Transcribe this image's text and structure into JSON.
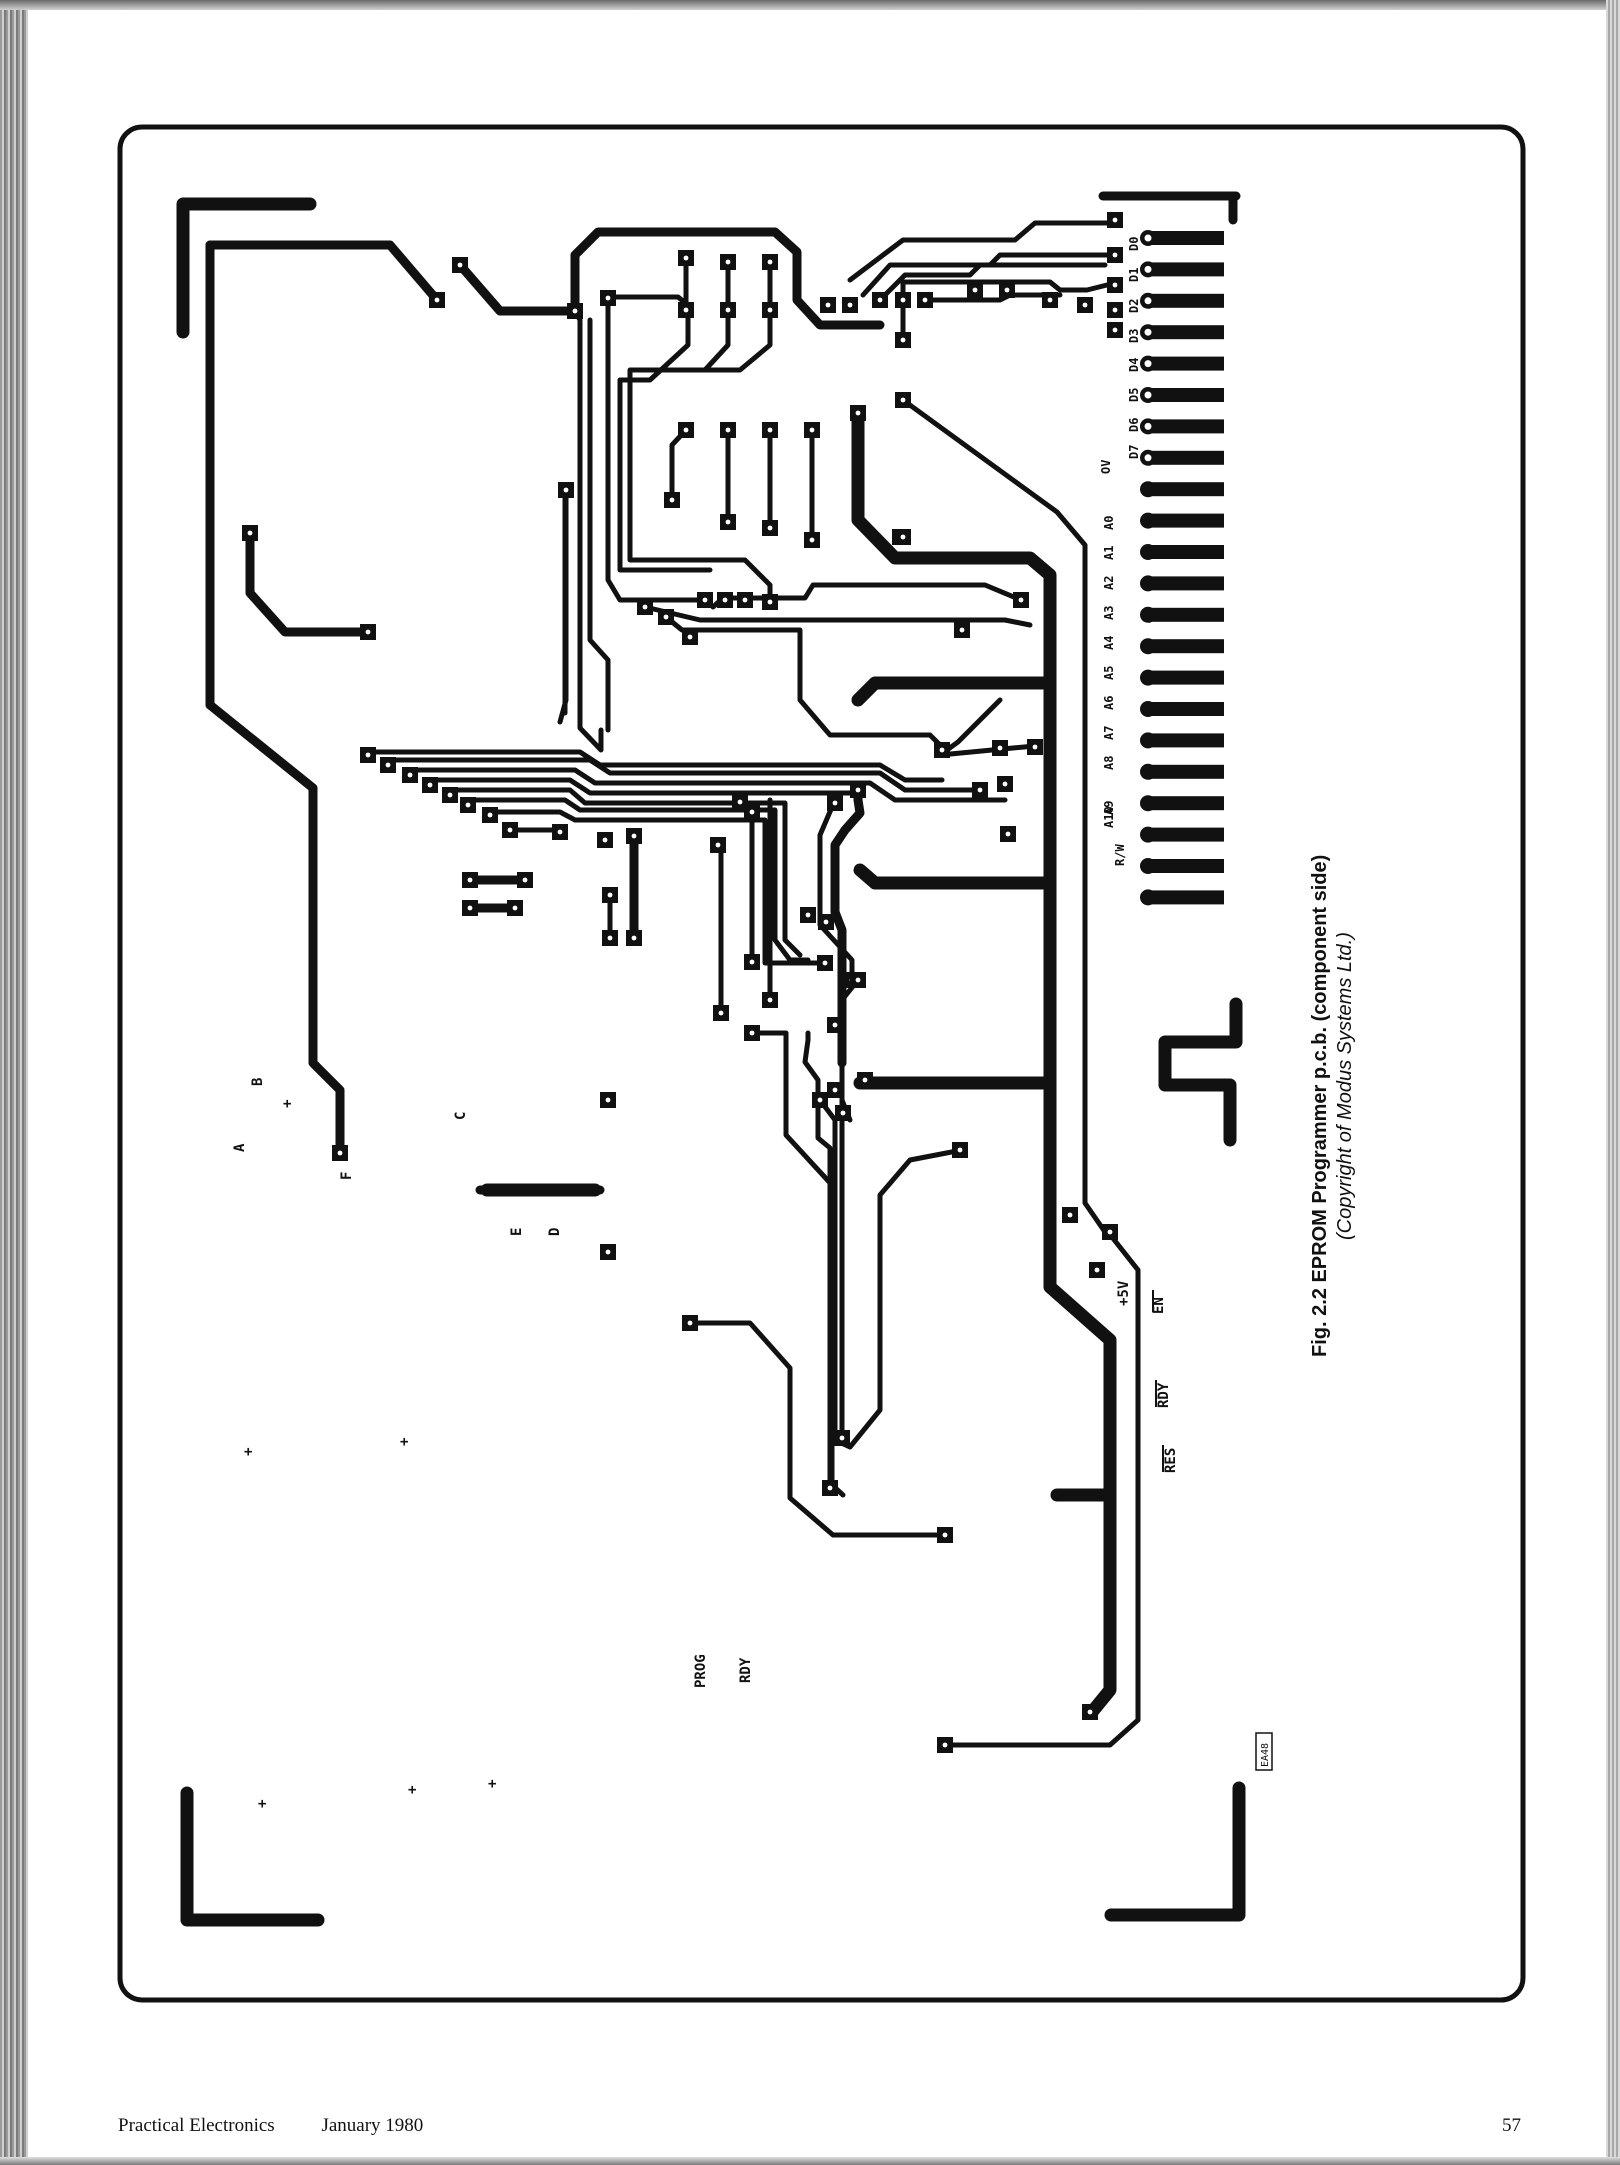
{
  "figure": {
    "caption_title": "Fig. 2.2 EPROM Programmer p.c.b. (component side)",
    "caption_credit": "(Copyright of Modus Systems Ltd.)",
    "board_code": "EA48",
    "edge_labels": [
      "D0",
      "D1",
      "D2",
      "D3",
      "D4",
      "D5",
      "D6",
      "D7",
      "OV",
      "A0",
      "A1",
      "A2",
      "A3",
      "A4",
      "A5",
      "A6",
      "A7",
      "A8",
      "A9",
      "A10",
      "R/W"
    ],
    "supply_labels": [
      "+5V",
      "EN",
      "RDY",
      "RES"
    ],
    "component_labels": [
      "A",
      "B",
      "C",
      "D",
      "E",
      "F",
      "PROG",
      "RDY"
    ],
    "plus_marks": [
      "+",
      "+",
      "+",
      "+",
      "+",
      "+",
      "+"
    ]
  },
  "footer": {
    "publication": "Practical Electronics",
    "issue": "January 1980",
    "page_number": "57"
  },
  "colors": {
    "ink": "#111111",
    "paper": "#ffffff"
  }
}
